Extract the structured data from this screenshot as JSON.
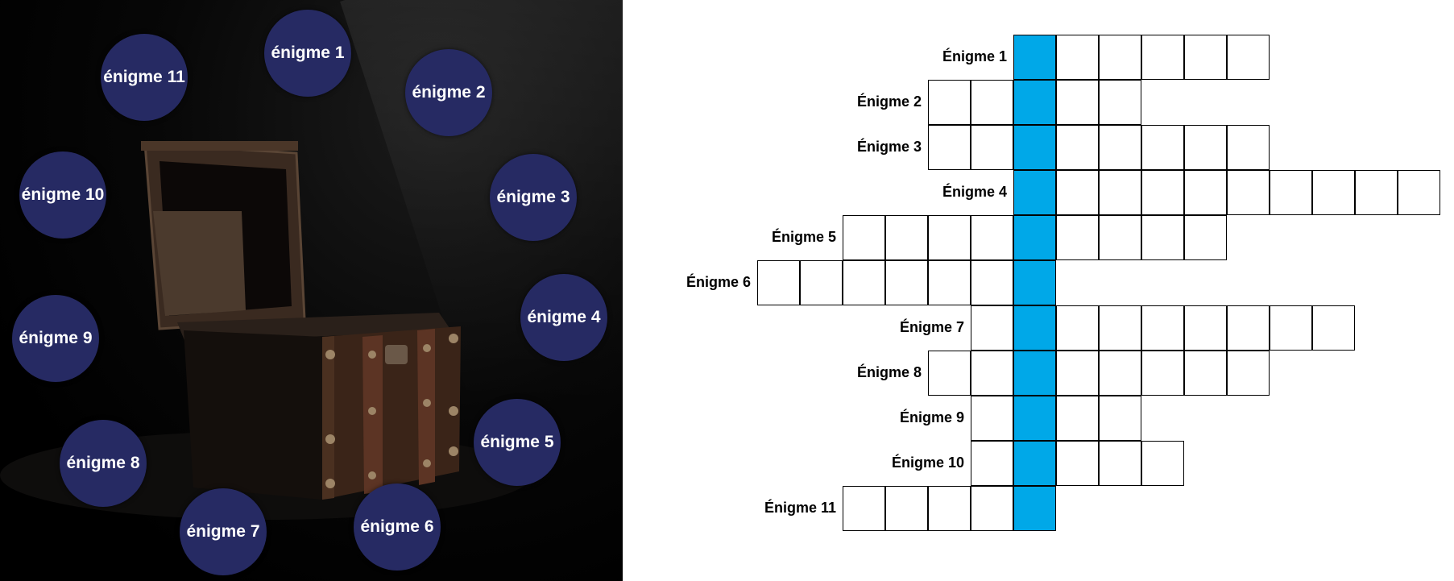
{
  "colors": {
    "circle_fill": "#262a63",
    "key_column": "#00a8e8",
    "background_left": "#000000"
  },
  "circles": [
    {
      "label": "énigme 1"
    },
    {
      "label": "énigme 2"
    },
    {
      "label": "énigme 3"
    },
    {
      "label": "énigme 4"
    },
    {
      "label": "énigme 5"
    },
    {
      "label": "énigme 6"
    },
    {
      "label": "énigme 7"
    },
    {
      "label": "énigme 8"
    },
    {
      "label": "énigme 9"
    },
    {
      "label": "énigme 10"
    },
    {
      "label": "énigme 11"
    }
  ],
  "grid": {
    "key_column_index": 6,
    "rows": [
      {
        "label": "Énigme 1",
        "start": 6,
        "length": 6
      },
      {
        "label": "Énigme 2",
        "start": 4,
        "length": 5
      },
      {
        "label": "Énigme 3",
        "start": 4,
        "length": 8
      },
      {
        "label": "Énigme 4",
        "start": 6,
        "length": 10
      },
      {
        "label": "Énigme 5",
        "start": 2,
        "length": 9
      },
      {
        "label": "Énigme 6",
        "start": 0,
        "length": 7
      },
      {
        "label": "Énigme 7",
        "start": 5,
        "length": 9
      },
      {
        "label": "Énigme 8",
        "start": 4,
        "length": 8
      },
      {
        "label": "Énigme 9",
        "start": 5,
        "length": 4
      },
      {
        "label": "Énigme 10",
        "start": 5,
        "length": 5
      },
      {
        "label": "Énigme 11",
        "start": 2,
        "length": 5
      }
    ]
  }
}
